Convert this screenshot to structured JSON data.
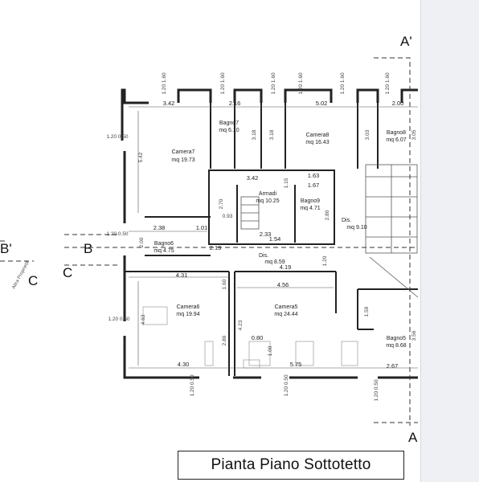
{
  "title": "Pianta Piano Sottotetto",
  "colors": {
    "wall": "#222222",
    "line": "#333333",
    "background": "#ffffff",
    "strip": "#eef0f4"
  },
  "rooms": [
    {
      "name": "Camera7",
      "area": "mq 19.73"
    },
    {
      "name": "Bagno7",
      "area": "mq 6.10"
    },
    {
      "name": "Camera8",
      "area": "mq 16.43"
    },
    {
      "name": "Bagno8",
      "area": "mq 6.07"
    },
    {
      "name": "Armadi",
      "area": "mq 10.25"
    },
    {
      "name": "Bagno9",
      "area": "mq 4.71"
    },
    {
      "name": "Dis.",
      "area": "mq 9.10"
    },
    {
      "name": "Bagno6",
      "area": "mq 4.75"
    },
    {
      "name": "Dis.",
      "area": "mq 8.59"
    },
    {
      "name": "Camera6",
      "area": "mq 19.94"
    },
    {
      "name": "Camera5",
      "area": "mq 24.44"
    },
    {
      "name": "Bagno5",
      "area": "mq 8.68"
    }
  ],
  "dimensions": [
    "3.42",
    "2.16",
    "5.02",
    "2.00",
    "1.63",
    "1.67",
    "3.42",
    "2.38",
    "1.01",
    "2.33",
    "1.54",
    "2.19",
    "4.19",
    "4.31",
    "4.56",
    "0.80",
    "4.30",
    "5.75",
    "2.67"
  ],
  "vertical_dimensions": [
    "5.42",
    "3.18",
    "3.18",
    "3.03",
    "3.05",
    "2.70",
    "0.93",
    "2.80",
    "1.15",
    "2.00",
    "1.60",
    "1.20",
    "4.23",
    "1.59",
    "4.63",
    "2.86",
    "1.00",
    "3.56"
  ],
  "window_heights": [
    "1.20 1.60",
    "1.20 1.60",
    "1.20 1.60",
    "1.20 1.60",
    "1.20 1.60",
    "1.20 1.60",
    "1.20 0.50",
    "1.20 0.50",
    "1.20 0.50",
    "1.20 0.50",
    "1.20 0.50",
    "1.20 0.50"
  ],
  "sections": [
    "A'",
    "A",
    "B",
    "B'",
    "C",
    "C"
  ],
  "exterior_label": "Altra Proprietà"
}
